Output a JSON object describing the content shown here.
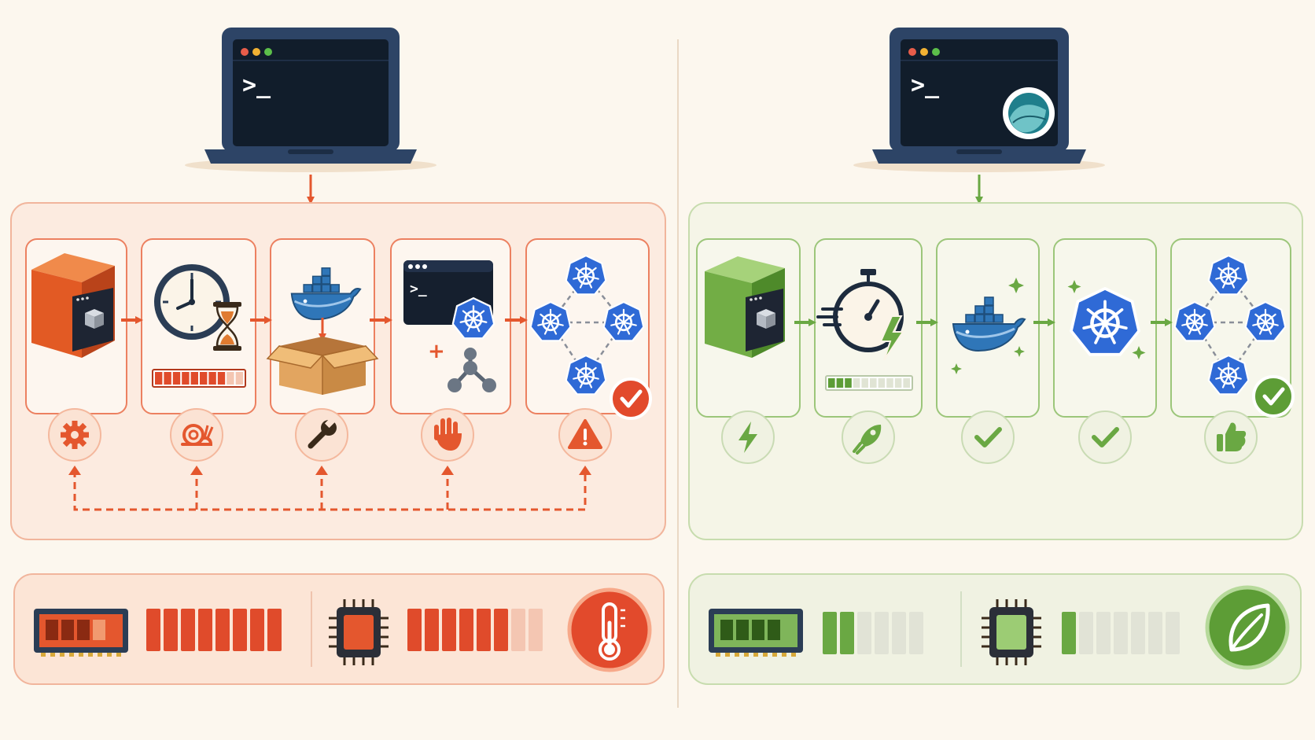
{
  "colors": {
    "background": "#fcf7ee",
    "slow_accent": "#e4572e",
    "slow_panel_fill": "#fcebe0",
    "slow_panel_border": "#f1b59c",
    "fast_accent": "#6aa843",
    "fast_panel_fill": "#f5f5e7",
    "fast_panel_border": "#c7dcae",
    "laptop_frame": "#2d4466",
    "screen": "#111d2b",
    "kubernetes_blue": "#2f6ad6",
    "docker_blue": "#2f76b8"
  },
  "left_side": {
    "laptop": {
      "prompt": ">_"
    },
    "steps": [
      {
        "name": "vm-box",
        "icon": "orange-vm-cube-icon",
        "status_icon": "gear-icon"
      },
      {
        "name": "slow-wait",
        "icon": "clock-hourglass-icon",
        "status_icon": "snail-icon",
        "progress": 0.8
      },
      {
        "name": "docker-install",
        "icon": "docker-whale-box-icon",
        "status_icon": "wrench-icon"
      },
      {
        "name": "manual-config",
        "icon": "terminal-kubernetes-icon",
        "prompt": ">_",
        "status_icon": "hand-icon"
      },
      {
        "name": "cluster",
        "icon": "kubernetes-cluster-icon",
        "status_icon": "warning-icon"
      }
    ],
    "resources": {
      "memory_fill": 1.0,
      "cpu_fill": 0.8,
      "badge_icon": "thermometer-icon"
    }
  },
  "right_side": {
    "laptop": {
      "prompt": ">_"
    },
    "steps": [
      {
        "name": "vm-box",
        "icon": "green-vm-cube-icon",
        "status_icon": "lightning-icon"
      },
      {
        "name": "fast-start",
        "icon": "stopwatch-lightning-icon",
        "status_icon": "rocket-icon",
        "progress": 0.3
      },
      {
        "name": "docker",
        "icon": "docker-whale-icon",
        "status_icon": "check-icon"
      },
      {
        "name": "kubernetes",
        "icon": "kubernetes-wheel-icon",
        "status_icon": "check-icon"
      },
      {
        "name": "cluster",
        "icon": "kubernetes-cluster-icon",
        "status_icon": "thumbs-up-icon"
      }
    ],
    "resources": {
      "memory_fill": 0.25,
      "cpu_fill": 0.1,
      "badge_icon": "leaf-icon"
    }
  }
}
